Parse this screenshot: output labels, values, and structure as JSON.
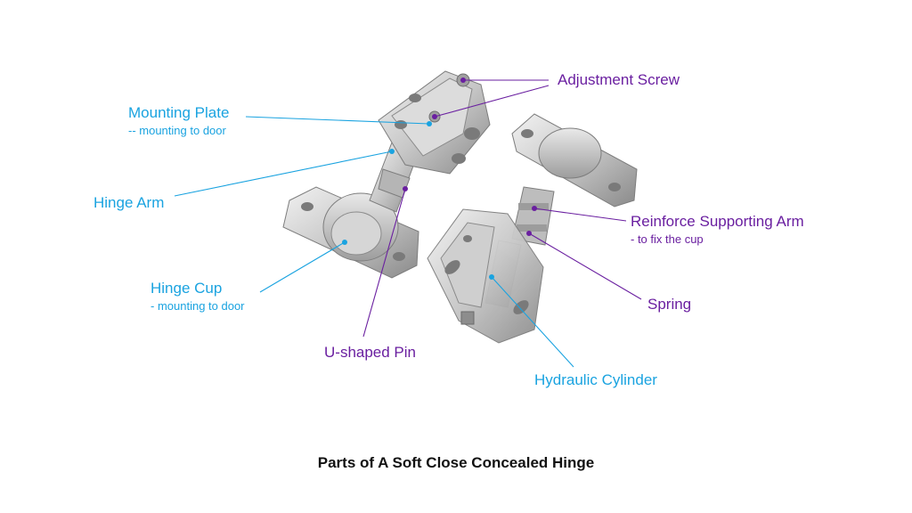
{
  "colors": {
    "blue_label": "#1aa3e0",
    "purple_label": "#6a1fa0",
    "caption": "#111111",
    "hinge_metal": "#c9c9c9",
    "hinge_shadow": "#8f8f8f"
  },
  "labels": {
    "adjustment_screw": "Adjustment Screw",
    "mounting_plate": "Mounting Plate",
    "mounting_plate_sub": "-- mounting to door",
    "hinge_arm": "Hinge Arm",
    "hinge_cup": "Hinge Cup",
    "hinge_cup_sub": "- mounting to door",
    "u_shaped_pin": "U-shaped Pin",
    "reinforce_arm": "Reinforce Supporting Arm",
    "reinforce_arm_sub": "- to fix the cup",
    "spring": "Spring",
    "hydraulic_cylinder": "Hydraulic Cylinder"
  },
  "caption": "Parts of A Soft Close Concealed Hinge"
}
